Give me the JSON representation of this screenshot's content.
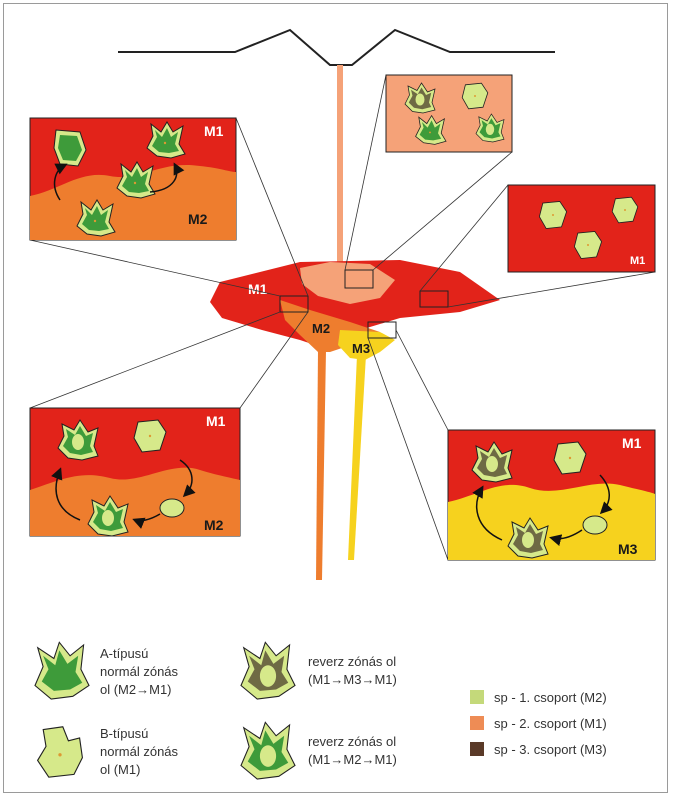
{
  "colors": {
    "m1_red": "#e2231a",
    "m2_orange": "#ee7d2e",
    "m3_yellow": "#f6d21e",
    "pale_orange": "#f5a278",
    "phenocryst_pale": "#d6e98a",
    "phenocryst_green": "#3e9b3a",
    "phenocryst_dark": "#6e6a44",
    "outline": "#222222"
  },
  "labels": {
    "m1": "M1",
    "m2": "M2",
    "m3": "M3"
  },
  "legend": {
    "a_type": [
      "A-típusú",
      "normál zónás",
      "ol (M2→M1)"
    ],
    "b_type": [
      "B-típusú",
      "normál zónás",
      "ol (M1)"
    ],
    "reverse_m3": [
      "reverz zónás ol",
      "(M1→M3→M1)"
    ],
    "reverse_m2": [
      "reverz zónás ol",
      "(M1→M2→M1)"
    ],
    "sp_groups": [
      {
        "text": "sp - 1. csoport (M2)",
        "color": "#c4d97a"
      },
      {
        "text": "sp - 2. csoport (M1)",
        "color": "#ee8c55"
      },
      {
        "text": "sp - 3. csoport (M3)",
        "color": "#5a3a28"
      }
    ]
  }
}
